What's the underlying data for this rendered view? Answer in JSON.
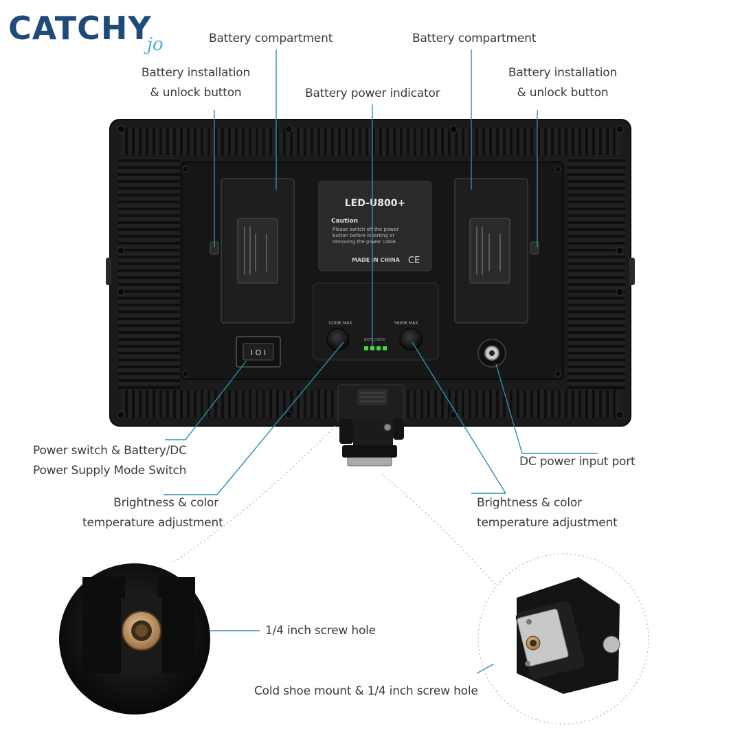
{
  "brand": {
    "name": "CATCHY",
    "sub": "jo"
  },
  "product": {
    "model": "LED-U800+",
    "caution_title": "Caution",
    "caution_text": [
      "Please switch off the power",
      "button before inserting or",
      "removing the power cable."
    ],
    "made_in": "MADE IN CHINA",
    "ce_mark": "CE",
    "switch_text": "I O I",
    "knob_left_label": "3200K   MAX",
    "knob_right_label": "5600K   MAX",
    "battery_check_label": "BATT.CHECK"
  },
  "labels": {
    "battery_compartment_left": "Battery compartment",
    "battery_compartment_right": "Battery compartment",
    "battery_install_left": [
      "Battery installation",
      "& unlock button"
    ],
    "battery_install_right": [
      "Battery installation",
      "& unlock button"
    ],
    "battery_power_indicator": "Battery power indicator",
    "power_switch": [
      "Power switch & Battery/DC",
      "Power Supply Mode Switch"
    ],
    "dc_input": "DC power input port",
    "brightness_left": [
      "Brightness & color",
      "temperature adjustment"
    ],
    "brightness_right": [
      "Brightness & color",
      "temperature adjustment"
    ],
    "screw_hole": "1/4 inch screw hole",
    "cold_shoe": "Cold shoe mount & 1/4 inch screw hole"
  },
  "colors": {
    "leader": "#2a8fb0",
    "brand": "#1e4b7a",
    "accent": "#4bb0c8",
    "led_green": "#3fdc3f",
    "panel": "#1c1c1c"
  }
}
